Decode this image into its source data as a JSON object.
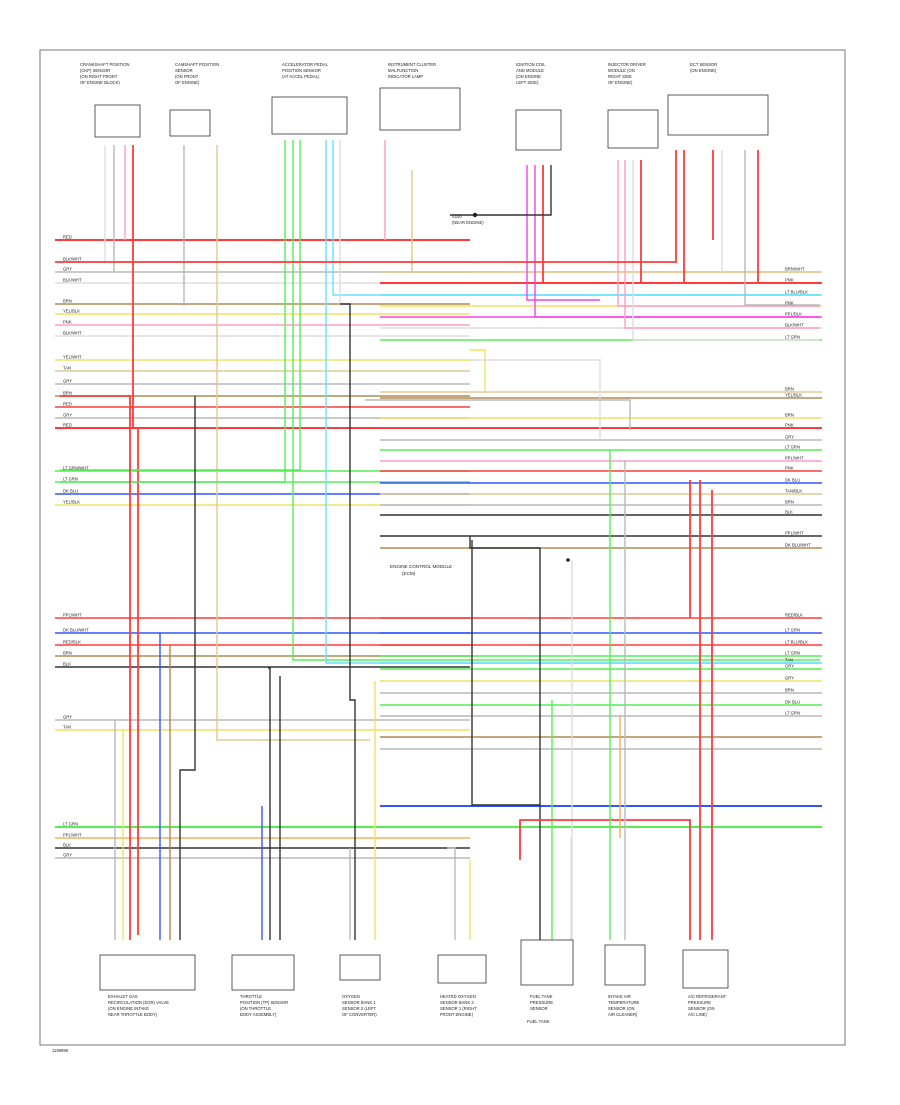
{
  "diagram": {
    "footer_code": "1199998",
    "center_label": [
      "ENGINE CONTROL MODULE",
      "(ECM)"
    ],
    "splice_label": [
      "S140",
      "(NEAR ENGINE)"
    ],
    "fuel_tank_label": "FUEL TANK",
    "top_components": [
      [
        "CRANKSHAFT POSITION",
        "(CKP) SENSOR",
        "(ON RIGHT FRONT",
        "OF ENGINE BLOCK)"
      ],
      [
        "CAMSHAFT POSITION",
        "SENSOR",
        "(ON FRONT",
        "OF ENGINE)"
      ],
      [
        "ACCELERATOR PEDAL",
        "POSITION SENSOR",
        "(AT ACCEL PEDAL)"
      ],
      [
        "INSTRUMENT CLUSTER",
        "MALFUNCTION",
        "INDICATOR LAMP"
      ],
      [
        "IGNITION COIL",
        "AND MODULE",
        "(ON ENGINE",
        "LEFT SIDE)"
      ],
      [
        "INJECTOR DRIVER",
        "MODULE (ON",
        "RIGHT SIDE",
        "OF ENGINE)"
      ],
      [
        "ECT SENSOR",
        "(ON ENGINE)"
      ]
    ],
    "bottom_components": [
      [
        "EXHAUST GAS",
        "RECIRCULATION (EGR) VALVE",
        "(ON ENGINE INTAKE",
        "NEAR THROTTLE BODY)"
      ],
      [
        "THROTTLE",
        "POSITION (TP) SENSOR",
        "(ON THROTTLE",
        "BODY ASSEMBLY)"
      ],
      [
        "OXYGEN",
        "SENSOR BANK 1",
        "SENSOR 2 (LEFT",
        "OF CONVERTER)"
      ],
      [
        "HEATED OXYGEN",
        "SENSOR BANK 2",
        "SENSOR 1 (RIGHT",
        "FRONT ENGINE)"
      ],
      [
        "FUEL TANK",
        "PRESSURE",
        "SENSOR"
      ],
      [
        "INTAKE AIR",
        "TEMPERATURE",
        "SENSOR (ON",
        "AIR CLEANER)"
      ],
      [
        "A/C REFRIGERANT",
        "PRESSURE",
        "SENSOR (ON",
        "A/C LINE)"
      ]
    ],
    "left_wire_labels": [
      "RED",
      "BLK/WHT",
      "GRY",
      "BLK/WHT",
      "BRN",
      "YEL/BLK",
      "PNK",
      "BLK/WHT",
      "YEL/WHT",
      "TAN",
      "GRY",
      "BRN",
      "RED",
      "GRY",
      "RED",
      "LT GRN/WHT",
      "LT GRN",
      "DK BLU",
      "YEL/BLK",
      "PPL/WHT",
      "DK BLU/WHT",
      "RED/BLK",
      "BRN",
      "BLK",
      "GRY",
      "TAN",
      "LT GRN",
      "PPL/WHT",
      "BLK",
      "GRY"
    ],
    "right_wire_labels": [
      "BRN/WHT",
      "PNK",
      "LT BLU/BLK",
      "PNK",
      "PPL/BLK",
      "BLK/WHT",
      "LT GRN",
      "BRN",
      "YEL/BLK",
      "BRN",
      "PNK",
      "GRY",
      "LT GRN",
      "PPL/WHT",
      "PNK",
      "DK BLU",
      "TAN/BLK",
      "BRN",
      "BLK",
      "PPL/WHT",
      "DK BLU/WHT",
      "RED/BLK",
      "LT GRN",
      "LT BLU/BLK",
      "LT GRN",
      "TAN",
      "GRY",
      "GRY",
      "BRN",
      "DK BLU",
      "LT GRN"
    ],
    "colors": {
      "red": "#ff3b3b",
      "pink": "#ff9ec4",
      "magenta": "#ee44ee",
      "lt_green": "#55ee55",
      "dk_blue": "#3355ff",
      "lt_blue": "#66e0ff",
      "yellow": "#f0e060",
      "tan": "#e0c890",
      "gray": "#b8b8b8",
      "black": "#333333",
      "brown": "#b08a50",
      "orange": "#f2b060",
      "white": "#dddddd"
    }
  }
}
